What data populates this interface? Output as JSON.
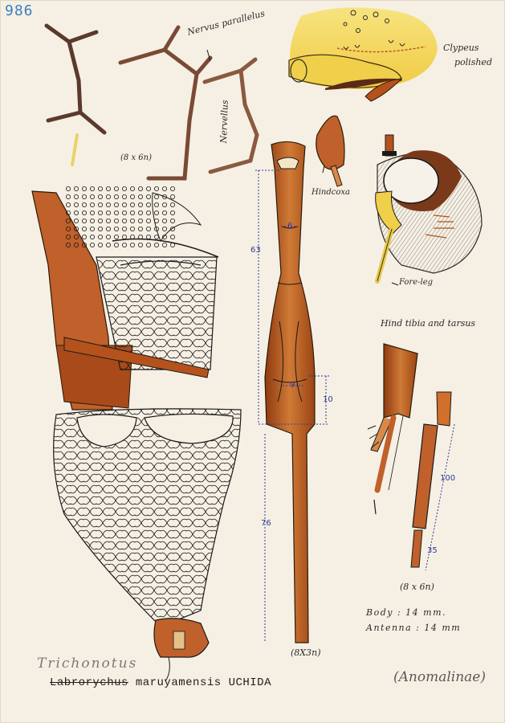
{
  "plate_number": "986",
  "genus_correction": "Trichonotus",
  "species_line": {
    "genus": "Labrorychus",
    "species": "maruyamensis",
    "author": "UCHIDA"
  },
  "subfamily": "(Anomalinae)",
  "labels": {
    "nervus_parallelus": "Nervus parallelus",
    "nervellus": "Nervellus",
    "wing_scale": "(8 x 6n)",
    "clypeus": "Clypeus",
    "clypeus_note": "polished",
    "hindcoxa": "Hindcoxa",
    "foreleg": "Fore-leg",
    "hind_tibia": "Hind tibia and tarsus",
    "tibia_scale": "(8 x 6n)",
    "abdomen_scale": "(8X3n)",
    "body_length": "Body : 14 mm.",
    "antenna_length": "Antenna : 14 mm"
  },
  "measurements": {
    "m63": "63",
    "m10": "10",
    "m76": "76",
    "m9": "9",
    "m6": "6",
    "m100": "100",
    "m35": "35"
  },
  "colors": {
    "rust": "#b5521c",
    "rust_light": "#d97a3a",
    "dark_brown": "#4a2a1c",
    "wing_vein": "#6b4a3a",
    "clypeus_yellow": "#f2da4a",
    "ink": "#1a1a1a",
    "measure_blue": "#2b3a9a",
    "gray_shade": "#8a8a8a"
  }
}
